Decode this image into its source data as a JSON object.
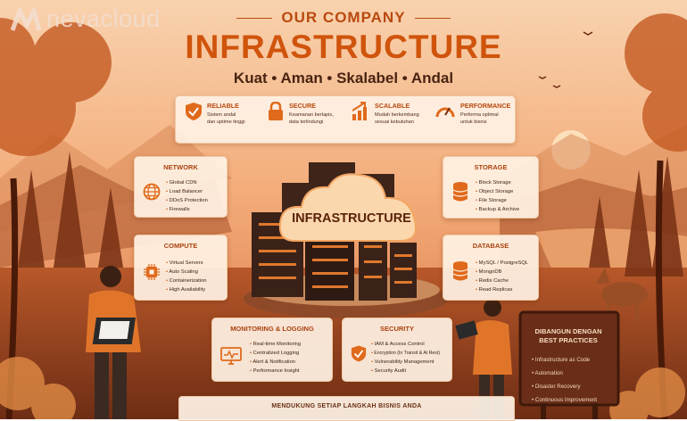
{
  "brand": {
    "name": "nevacloud",
    "logo_icon": "nevacloud-logo"
  },
  "header": {
    "pre_title": "OUR COMPANY",
    "title": "INFRASTRUCTURE",
    "tagline": "Kuat • Aman • Skalabel • Andal"
  },
  "features": [
    {
      "icon": "shield-check-icon",
      "title": "RELIABLE",
      "desc": [
        "Sistem andal",
        "dan uptime tinggi"
      ]
    },
    {
      "icon": "lock-icon",
      "title": "SECURE",
      "desc": [
        "Keamanan berlapis,",
        "data terlindungi"
      ]
    },
    {
      "icon": "bar-growth-icon",
      "title": "SCALABLE",
      "desc": [
        "Mudah berkembang",
        "sesuai kebutuhan"
      ]
    },
    {
      "icon": "speedometer-icon",
      "title": "PERFORMANCE",
      "desc": [
        "Performa optimal",
        "untuk bisnis"
      ]
    }
  ],
  "center": {
    "label": "INFRASTRUCTURE",
    "icon": "cloud-server-icon"
  },
  "cards": {
    "network": {
      "title": "NETWORK",
      "icon": "globe-icon",
      "items": [
        "Global CDN",
        "Load Balancer",
        "DDoS Protection",
        "Firewalls"
      ]
    },
    "compute": {
      "title": "COMPUTE",
      "icon": "chip-icon",
      "items": [
        "Virtual Servers",
        "Auto Scaling",
        "Containerization",
        "High Availability"
      ]
    },
    "storage": {
      "title": "STORAGE",
      "icon": "database-icon",
      "items": [
        "Block Storage",
        "Object Storage",
        "File Storage",
        "Backup & Archive"
      ]
    },
    "database": {
      "title": "DATABASE",
      "icon": "database-icon",
      "items": [
        "MySQL / PostgreSQL",
        "MongoDB",
        "Redis Cache",
        "Read Replicas"
      ]
    },
    "monitoring": {
      "title": "MONITORING & LOGGING",
      "icon": "monitor-pulse-icon",
      "items": [
        "Real-time Monitoring",
        "Centralized Logging",
        "Alert & Notification",
        "Performance Insight"
      ]
    },
    "security": {
      "title": "SECURITY",
      "icon": "shield-check-icon",
      "items": [
        "IAM & Access Control",
        "Encryption (In Transit & At Rest)",
        "Vulnerability Management",
        "Security Audit"
      ]
    }
  },
  "best_practices": {
    "title_line1": "DIBANGUN DENGAN",
    "title_line2": "BEST PRACTICES",
    "items": [
      "Infrastructure as Code",
      "Automation",
      "Disaster Recovery",
      "Continuous Improvement"
    ]
  },
  "footer": {
    "text": "MENDUKUNG SETIAP LANGKAH BISNIS ANDA"
  },
  "colors": {
    "accent": "#d0540c",
    "title_dark": "#4a2412",
    "card_bg": "#fff2e4",
    "sky": "#f6b98a"
  }
}
